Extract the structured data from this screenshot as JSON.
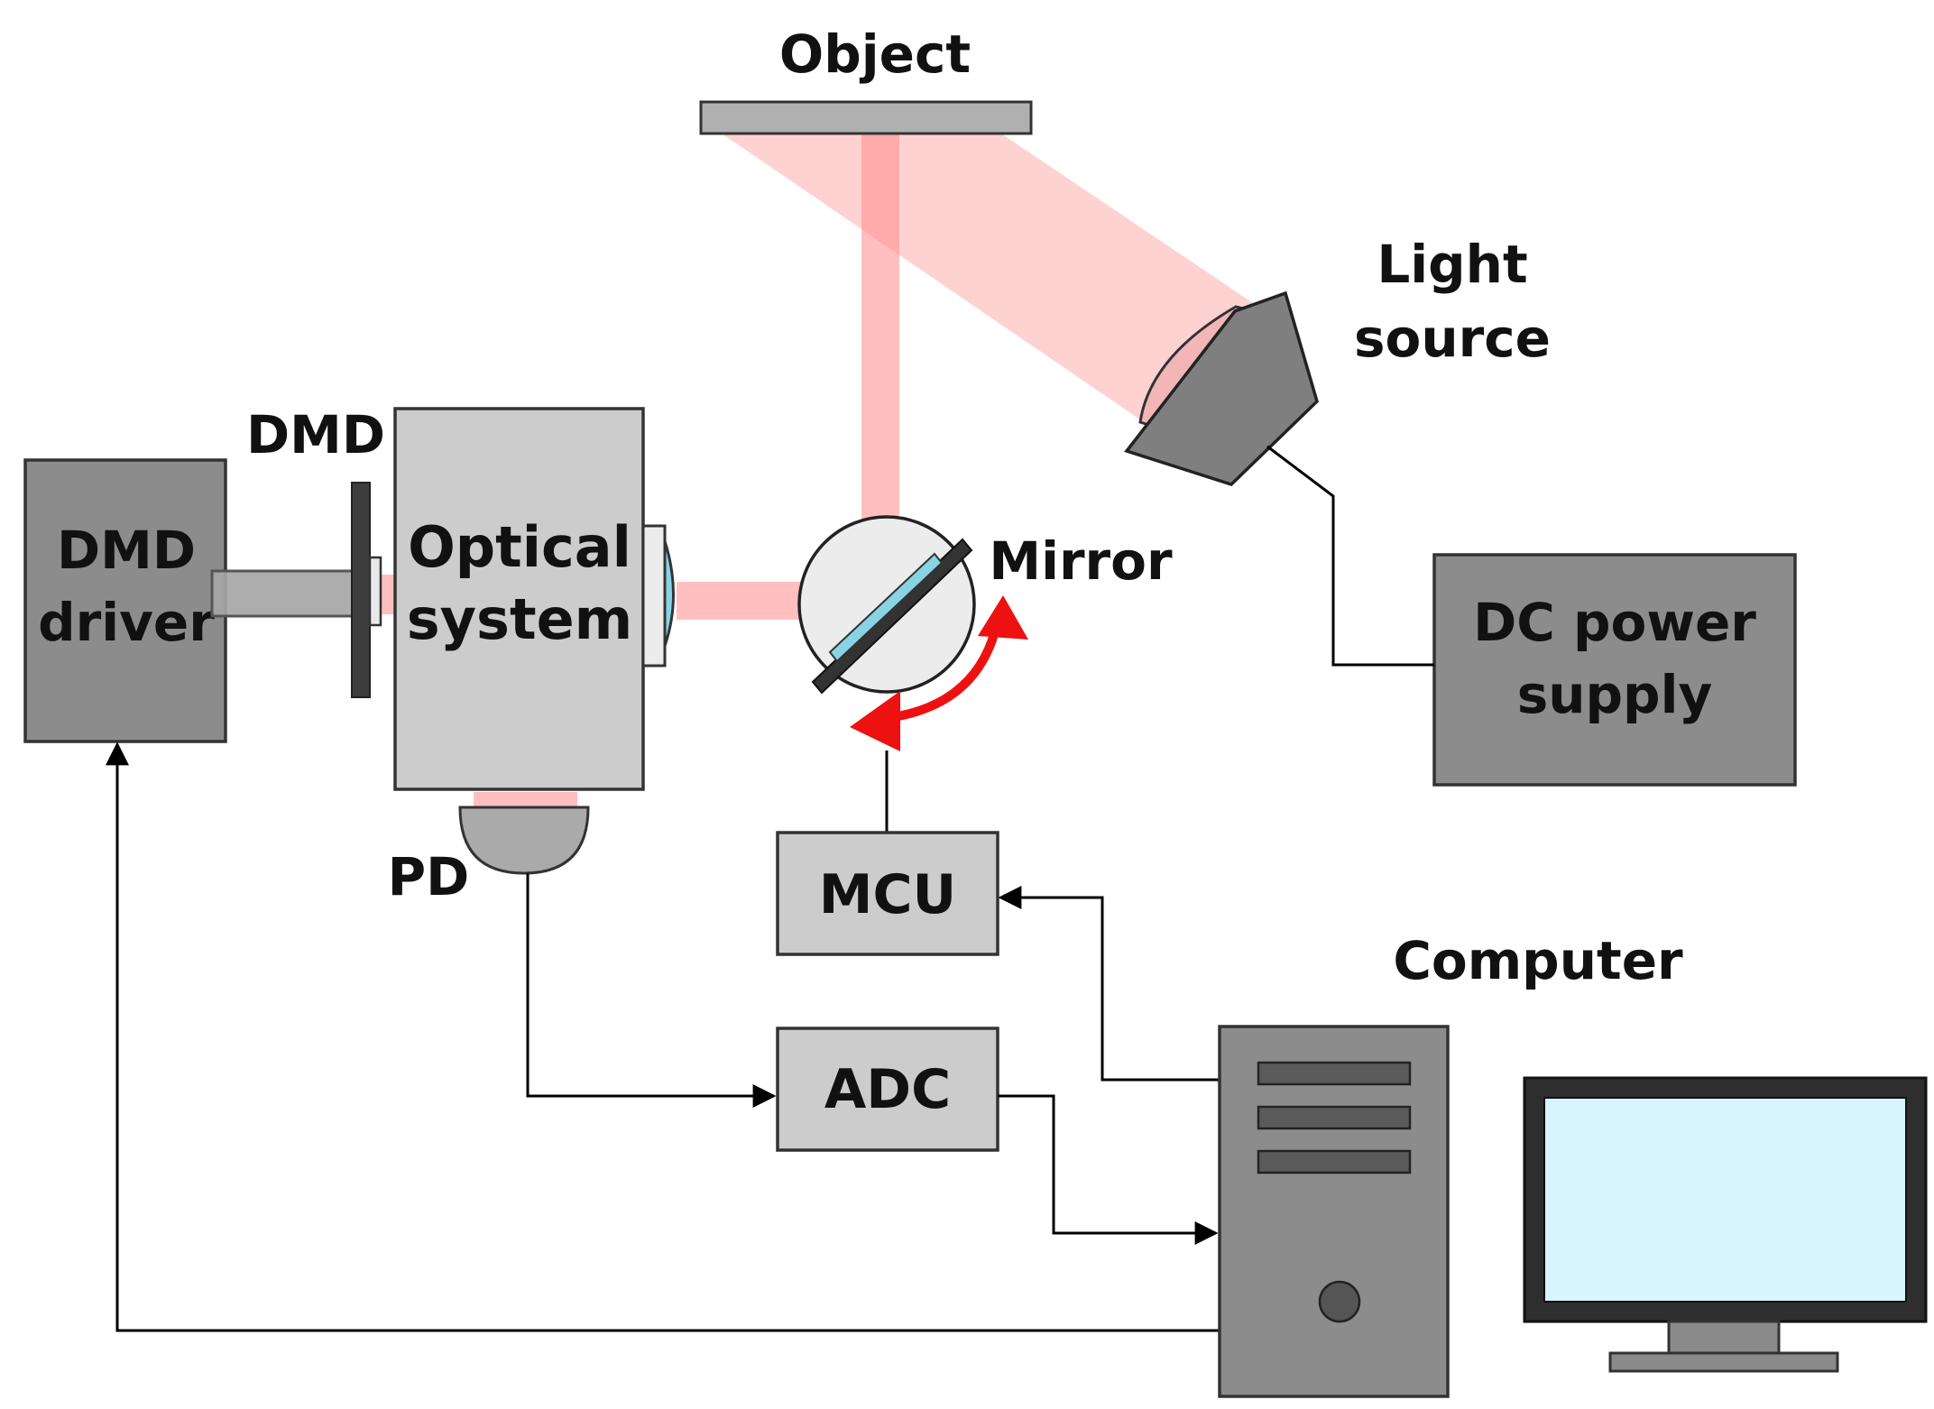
{
  "labels": {
    "object": "Object",
    "light_source_line1": "Light",
    "light_source_line2": "source",
    "dmd": "DMD",
    "dmd_driver_line1": "DMD",
    "dmd_driver_line2": "driver",
    "optical_line1": "Optical",
    "optical_line2": "system",
    "mirror": "Mirror",
    "dc_line1": "DC power",
    "dc_line2": "supply",
    "pd": "PD",
    "mcu": "MCU",
    "adc": "ADC",
    "computer": "Computer"
  },
  "colors": {
    "beam": "#ff8a8a",
    "box_dark": "#8c8c8c",
    "box_light": "#cccccc",
    "arrow_red": "#ee1111",
    "screen": "#d8f4fd",
    "lens": "#88d4e4"
  }
}
